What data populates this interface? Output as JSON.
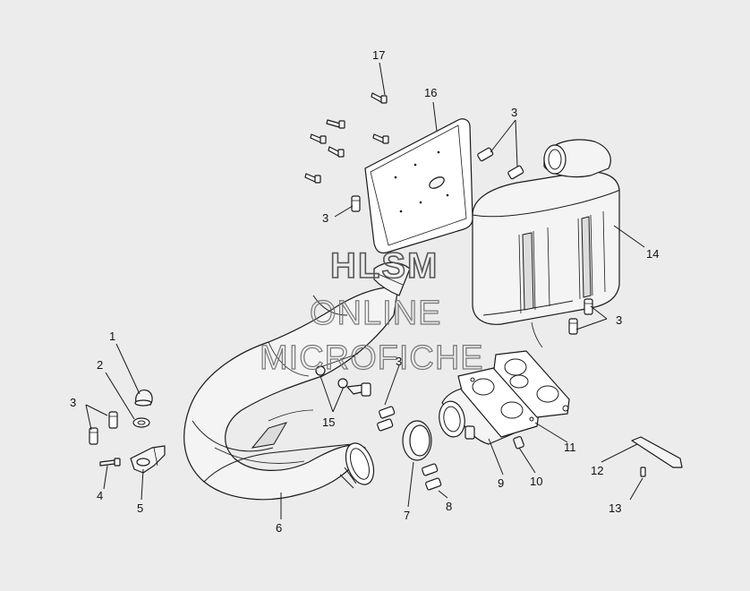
{
  "callouts": {
    "c1": "1",
    "c2": "2",
    "c3a": "3",
    "c4": "4",
    "c5": "5",
    "c6": "6",
    "c7": "7",
    "c8": "8",
    "c3b": "3",
    "c15": "15",
    "c9": "9",
    "c10": "10",
    "c11": "11",
    "c12": "12",
    "c13": "13",
    "c14": "14",
    "c3c": "3",
    "c3d": "3",
    "c3e": "3",
    "c16": "16",
    "c17": "17"
  },
  "watermark": {
    "line1": "HLSM",
    "line2": "ONLINE",
    "line3": "MICROFICHE"
  }
}
